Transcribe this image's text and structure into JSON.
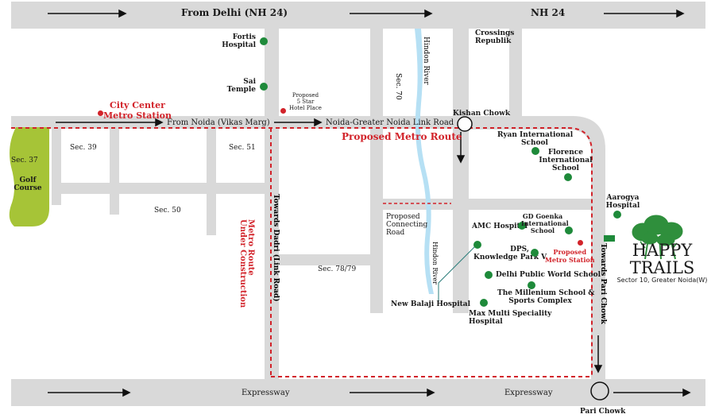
{
  "roads": {
    "top_left": "From Delhi (NH 24)",
    "top_right": "NH 24",
    "vikas_marg": "From Noida (Vikas Marg)",
    "link_road": "Noida-Greater Noida Link Road",
    "bottom_left": "Expressway",
    "bottom_right": "Expressway",
    "dadri": "Towards Dadri (Link Road)",
    "pari_chowk_road": "Towards Pari Chowk",
    "connecting": "Proposed\nConnecting\nRoad",
    "river_top": "Hindon River",
    "river_bottom": "Hindon River",
    "sec70": "Sec. 70"
  },
  "sectors": {
    "s37": "Sec. 37",
    "golf": "Golf\nCourse",
    "s39": "Sec. 39",
    "s51": "Sec. 51",
    "s50": "Sec. 50",
    "s78": "Sec. 78/79"
  },
  "metro": {
    "city_center": "City Center\nMetro Station",
    "proposed_route": "Proposed Metro Route",
    "under_construction": "Metro Route\nUnder Construction",
    "proposed_station": "Proposed\nMetro Station",
    "hotel": "Proposed\n5 Star\nHotel Place"
  },
  "places": {
    "fortis": "Fortis\nHospital",
    "sai": "Sai\nTemple",
    "crossings": "Crossings\nRepublik",
    "kishan": "Kishan Chowk",
    "ryan": "Ryan International\nSchool",
    "florence": "Florence\nInternational\nSchool",
    "aarogya": "Aarogya\nHospital",
    "amc": "AMC Hospital",
    "gd": "GD Goenka\nInternational\nSchool",
    "dps": "DPS,\nKnowledge Park V",
    "dpws": "Delhi Public World School",
    "millenium": "The Millenium School &\nSports Complex",
    "balaji": "New Balaji Hospital",
    "max": "Max Multi Speciality\nHospital",
    "pari": "Pari Chowk"
  },
  "brand": {
    "title": "HAPPY TRAILS",
    "subtitle": "Sector 10, Greater Noida(W)"
  },
  "colors": {
    "road": "#d9d9d9",
    "metro": "#d2232a",
    "place_dot": "#1e8a3a",
    "golf": "#a6c437",
    "river": "#b6e0f4",
    "tree": "#2f8f3c"
  }
}
